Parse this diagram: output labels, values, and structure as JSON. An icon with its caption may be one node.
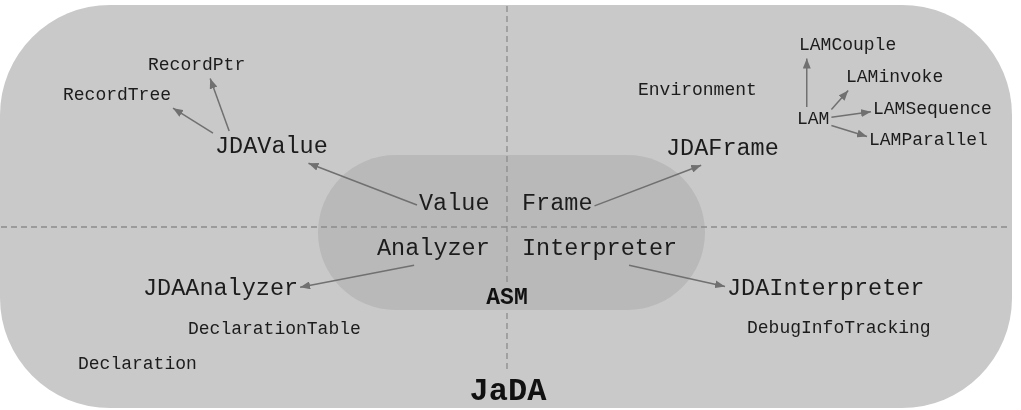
{
  "diagram": {
    "nodes": [
      {
        "text": [
          "JaDA"
        ]
      },
      {
        "text": [
          "ASM"
        ],
        "in": 0
      },
      {
        "text": [
          "Value"
        ],
        "in": 1
      },
      {
        "text": [
          "Frame"
        ],
        "in": 1
      },
      {
        "text": [
          "Analyzer"
        ],
        "in": 1
      },
      {
        "text": [
          "Interpreter"
        ],
        "in": 1
      },
      {
        "text": [
          "RecordPtr"
        ],
        "in": 0
      },
      {
        "text": [
          "RecordTree"
        ],
        "in": 0
      },
      {
        "text": [
          "JDAValue"
        ],
        "in": 0
      },
      {
        "text": [
          "LAMCouple"
        ],
        "in": 0
      },
      {
        "text": [
          "LAMinvoke"
        ],
        "in": 0
      },
      {
        "text": [
          "LAM"
        ],
        "in": 0
      },
      {
        "text": [
          "LAMSequence"
        ],
        "in": 0
      },
      {
        "text": [
          "LAMParallel"
        ],
        "in": 0
      },
      {
        "text": [
          "JDAFrame"
        ],
        "in": 0
      },
      {
        "text": [
          "JDAAnalyzer"
        ],
        "in": 0
      },
      {
        "text": [
          "JDAInterpreter"
        ],
        "in": 0
      }
    ],
    "edges": [
      {
        "from": 2,
        "to": 8,
        "arrow": "to"
      },
      {
        "from": 3,
        "to": 14,
        "arrow": "to"
      },
      {
        "from": 4,
        "to": 15,
        "arrow": "to"
      },
      {
        "from": 5,
        "to": 16,
        "arrow": "to"
      },
      {
        "from": 8,
        "to": 7,
        "arrow": "to"
      },
      {
        "from": 8,
        "to": 6,
        "arrow": "to"
      },
      {
        "from": 11,
        "to": 9,
        "arrow": "to"
      },
      {
        "from": 11,
        "to": 10,
        "arrow": "to"
      },
      {
        "from": 11,
        "to": 12,
        "arrow": "to"
      },
      {
        "from": 11,
        "to": 13,
        "arrow": "to"
      }
    ],
    "labels": [
      "Environment",
      "DeclarationTable",
      "DebugInfoTracking",
      "Declaration"
    ]
  }
}
